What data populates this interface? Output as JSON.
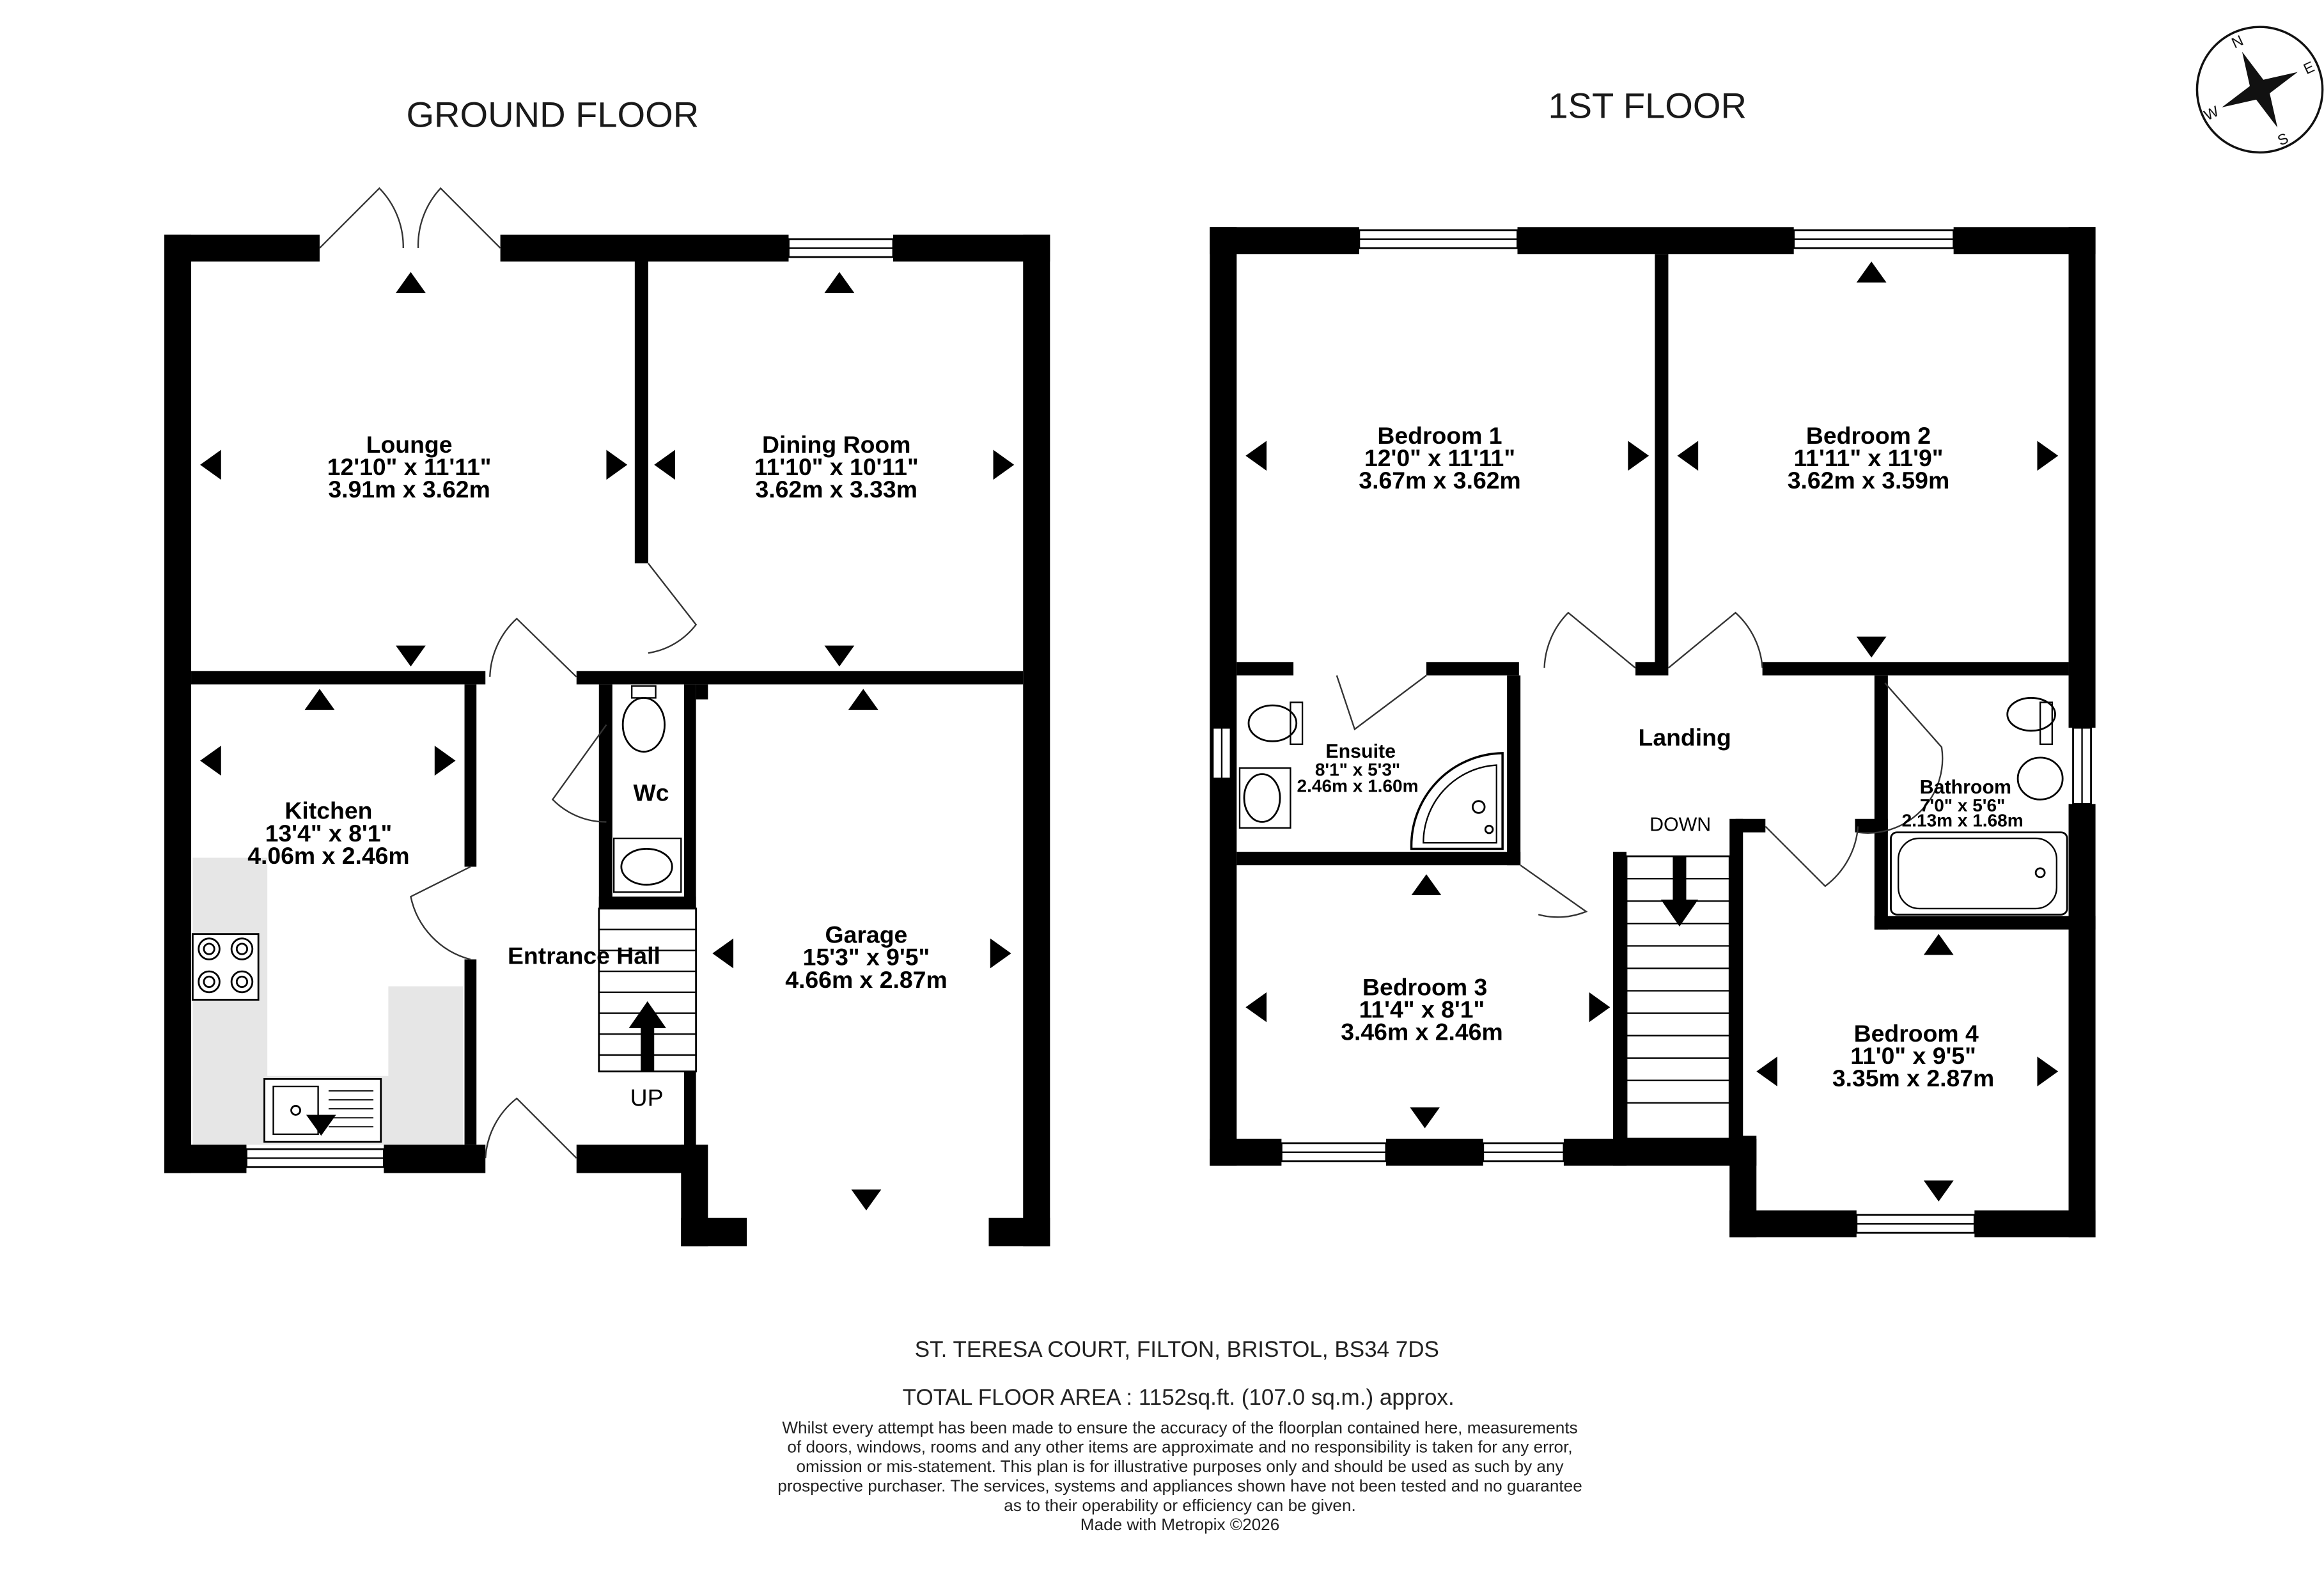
{
  "floors": [
    {
      "title": "GROUND FLOOR",
      "rooms": [
        {
          "name": "Lounge",
          "imperial": "12'10\"  x 11'11\"",
          "metric": "3.91m  x 3.62m"
        },
        {
          "name": "Dining Room",
          "imperial": "11'10\"  x 10'11\"",
          "metric": "3.62m  x 3.33m"
        },
        {
          "name": "Kitchen",
          "imperial": "13'4\"  x 8'1\"",
          "metric": "4.06m  x 2.46m"
        },
        {
          "name": "Wc"
        },
        {
          "name": "Entrance Hall"
        },
        {
          "name": "Garage",
          "imperial": "15'3\"  x 9'5\"",
          "metric": "4.66m  x 2.87m"
        }
      ],
      "stair_label": "UP"
    },
    {
      "title": "1ST FLOOR",
      "rooms": [
        {
          "name": "Bedroom 1",
          "imperial": "12'0\"  x 11'11\"",
          "metric": "3.67m  x 3.62m"
        },
        {
          "name": "Bedroom 2",
          "imperial": "11'11\"  x 11'9\"",
          "metric": "3.62m  x 3.59m"
        },
        {
          "name": "Ensuite",
          "imperial": "8'1\"  x 5'3\"",
          "metric": "2.46m  x 1.60m"
        },
        {
          "name": "Landing"
        },
        {
          "name": "Bathroom",
          "imperial": "7'0\"  x 5'6\"",
          "metric": "2.13m  x 1.68m"
        },
        {
          "name": "Bedroom 3",
          "imperial": "11'4\"  x 8'1\"",
          "metric": "3.46m  x 2.46m"
        },
        {
          "name": "Bedroom 4",
          "imperial": "11'0\"  x 9'5\"",
          "metric": "3.35m  x 2.87m"
        }
      ],
      "stair_label": "DOWN"
    }
  ],
  "compass": {
    "n": "N",
    "e": "E",
    "s": "S",
    "w": "W"
  },
  "footer": {
    "address": "ST. TERESA COURT, FILTON, BRISTOL, BS34 7DS",
    "area": "TOTAL FLOOR AREA : 1152sq.ft. (107.0 sq.m.) approx.",
    "disclaimer": [
      "Whilst every attempt has been made to ensure the accuracy of the floorplan contained here, measurements",
      "of doors, windows, rooms and any other items are approximate and no responsibility is taken for any error,",
      "omission or mis-statement. This plan is for illustrative purposes only and should be used as such by any",
      "prospective purchaser. The services, systems and appliances shown have not been tested and no guarantee",
      "as to their operability or efficiency can be given."
    ],
    "credit": "Made with Metropix ©2026"
  }
}
